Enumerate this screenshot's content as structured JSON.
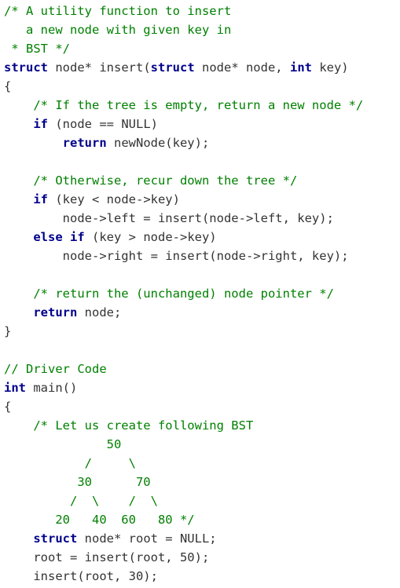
{
  "theme": {
    "comment_color": "#008000",
    "keyword_color": "#00008b",
    "text_color": "#333333",
    "background": "#ffffff"
  },
  "code_lines": [
    [
      {
        "t": "/* A utility function to insert",
        "c": "cm"
      }
    ],
    [
      {
        "t": "   a new node with given key in",
        "c": "cm"
      }
    ],
    [
      {
        "t": " * BST */",
        "c": "cm"
      }
    ],
    [
      {
        "t": "struct",
        "c": "kw"
      },
      {
        "t": " node* insert(",
        "c": "pl"
      },
      {
        "t": "struct",
        "c": "kw"
      },
      {
        "t": " node* node, ",
        "c": "pl"
      },
      {
        "t": "int",
        "c": "kw"
      },
      {
        "t": " key)",
        "c": "pl"
      }
    ],
    [
      {
        "t": "{",
        "c": "pl"
      }
    ],
    [
      {
        "t": "    ",
        "c": "pl"
      },
      {
        "t": "/* If the tree is empty, return a new node */",
        "c": "cm"
      }
    ],
    [
      {
        "t": "    ",
        "c": "pl"
      },
      {
        "t": "if",
        "c": "kw"
      },
      {
        "t": " (node == NULL)",
        "c": "pl"
      }
    ],
    [
      {
        "t": "        ",
        "c": "pl"
      },
      {
        "t": "return",
        "c": "kw"
      },
      {
        "t": " newNode(key);",
        "c": "pl"
      }
    ],
    [
      {
        "t": "",
        "c": "pl"
      }
    ],
    [
      {
        "t": "    ",
        "c": "pl"
      },
      {
        "t": "/* Otherwise, recur down the tree */",
        "c": "cm"
      }
    ],
    [
      {
        "t": "    ",
        "c": "pl"
      },
      {
        "t": "if",
        "c": "kw"
      },
      {
        "t": " (key < node->key)",
        "c": "pl"
      }
    ],
    [
      {
        "t": "        node->left = insert(node->left, key);",
        "c": "pl"
      }
    ],
    [
      {
        "t": "    ",
        "c": "pl"
      },
      {
        "t": "else",
        "c": "kw"
      },
      {
        "t": " ",
        "c": "pl"
      },
      {
        "t": "if",
        "c": "kw"
      },
      {
        "t": " (key > node->key)",
        "c": "pl"
      }
    ],
    [
      {
        "t": "        node->right = insert(node->right, key);",
        "c": "pl"
      }
    ],
    [
      {
        "t": "",
        "c": "pl"
      }
    ],
    [
      {
        "t": "    ",
        "c": "pl"
      },
      {
        "t": "/* return the (unchanged) node pointer */",
        "c": "cm"
      }
    ],
    [
      {
        "t": "    ",
        "c": "pl"
      },
      {
        "t": "return",
        "c": "kw"
      },
      {
        "t": " node;",
        "c": "pl"
      }
    ],
    [
      {
        "t": "}",
        "c": "pl"
      }
    ],
    [
      {
        "t": "",
        "c": "pl"
      }
    ],
    [
      {
        "t": "// Driver Code",
        "c": "cm"
      }
    ],
    [
      {
        "t": "int",
        "c": "kw"
      },
      {
        "t": " main()",
        "c": "pl"
      }
    ],
    [
      {
        "t": "{",
        "c": "pl"
      }
    ],
    [
      {
        "t": "    ",
        "c": "pl"
      },
      {
        "t": "/* Let us create following BST",
        "c": "cm"
      }
    ],
    [
      {
        "t": "              50",
        "c": "cm"
      }
    ],
    [
      {
        "t": "           /     \\",
        "c": "cm"
      }
    ],
    [
      {
        "t": "          30      70",
        "c": "cm"
      }
    ],
    [
      {
        "t": "         /  \\    /  \\",
        "c": "cm"
      }
    ],
    [
      {
        "t": "       20   40  60   80 */",
        "c": "cm"
      }
    ],
    [
      {
        "t": "    ",
        "c": "pl"
      },
      {
        "t": "struct",
        "c": "kw"
      },
      {
        "t": " node* root = NULL;",
        "c": "pl"
      }
    ],
    [
      {
        "t": "    root = insert(root, 50);",
        "c": "pl"
      }
    ],
    [
      {
        "t": "    insert(root, 30);",
        "c": "pl"
      }
    ]
  ]
}
